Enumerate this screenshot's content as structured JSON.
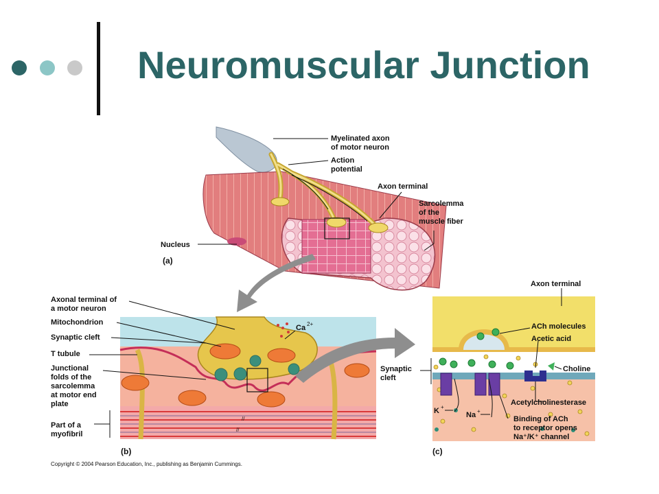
{
  "slide": {
    "title": "Neuromuscular Junction",
    "colors": {
      "title": "#2c6566",
      "dot_dark": "#2c6566",
      "dot_mid": "#8cc6c6",
      "dot_light": "#c9c9c9"
    }
  },
  "figure": {
    "panel_a": {
      "tag": "(a)",
      "labels": {
        "myelinated_axon_1": "Myelinated axon",
        "myelinated_axon_2": "of motor neuron",
        "action_potential_1": "Action",
        "action_potential_2": "potential",
        "axon_terminal": "Axon terminal",
        "sarcolemma_1": "Sarcolemma",
        "sarcolemma_2": "of the",
        "sarcolemma_3": "muscle fiber",
        "nucleus": "Nucleus"
      }
    },
    "panel_b": {
      "tag": "(b)",
      "labels": {
        "axonal_terminal_1": "Axonal terminal of",
        "axonal_terminal_2": "a motor neuron",
        "mitochondrion": "Mitochondrion",
        "synaptic_cleft": "Synaptic cleft",
        "t_tubule": "T tubule",
        "junctional_1": "Junctional",
        "junctional_2": "folds of the",
        "junctional_3": "sarcolemma",
        "junctional_4": "at motor end",
        "junctional_5": "plate",
        "myofibril_1": "Part of a",
        "myofibril_2": "myofibril",
        "calcium": "Ca",
        "calcium_charge": "2+"
      }
    },
    "panel_c": {
      "tag": "(c)",
      "labels": {
        "axon_terminal": "Axon terminal",
        "ach_molecules": "ACh molecules",
        "acetic_acid": "Acetic acid",
        "choline": "Choline",
        "synaptic_cleft_1": "Synaptic",
        "synaptic_cleft_2": "cleft",
        "acetylcholinesterase": "Acetylcholinesterase",
        "potassium": "K",
        "potassium_charge": "+",
        "sodium": "Na",
        "sodium_charge": "+",
        "binding_1": "Binding of ACh",
        "binding_2": "to receptor opens",
        "binding_3": "Na⁺/K⁺ channel"
      }
    },
    "copyright": "Copyright © 2004 Pearson Education, Inc., publishing as Benjamin Cummings."
  }
}
